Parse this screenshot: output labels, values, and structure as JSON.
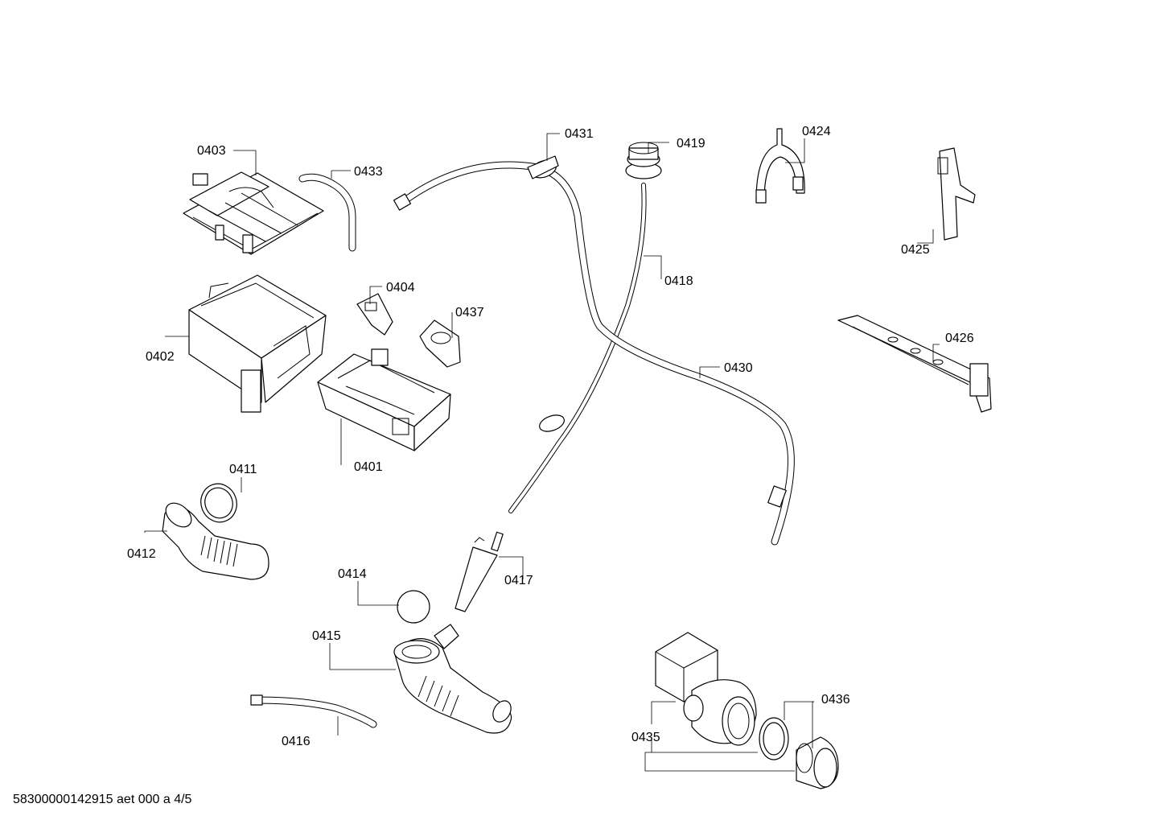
{
  "parts": {
    "p0401": "0401",
    "p0402": "0402",
    "p0403": "0403",
    "p0404": "0404",
    "p0411": "0411",
    "p0412": "0412",
    "p0414": "0414",
    "p0415": "0415",
    "p0416": "0416",
    "p0417": "0417",
    "p0418": "0418",
    "p0419": "0419",
    "p0424": "0424",
    "p0425": "0425",
    "p0426": "0426",
    "p0430": "0430",
    "p0431": "0431",
    "p0433": "0433",
    "p0435": "0435",
    "p0436": "0436",
    "p0437": "0437"
  },
  "footer": "58300000142915 aet 000 a 4/5"
}
